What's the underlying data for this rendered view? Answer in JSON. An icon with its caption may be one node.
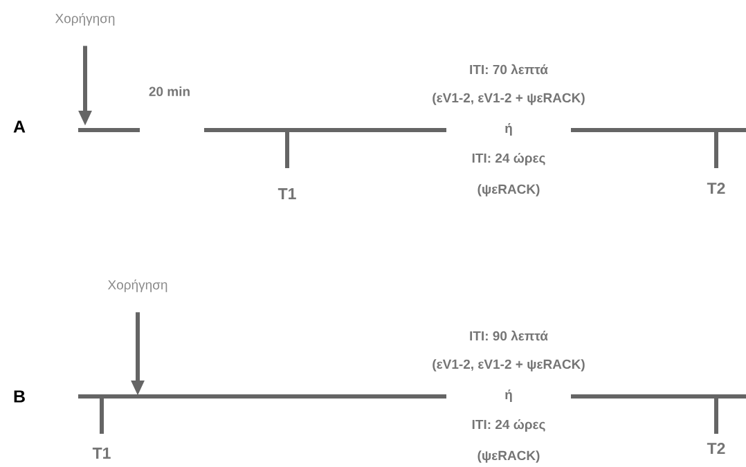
{
  "diagram": {
    "nodes": [
      {
        "text": [
          "Χορήγηση"
        ]
      },
      {
        "text": [
          "Χορήγηση"
        ]
      }
    ],
    "edges": [
      {
        "from": 0,
        "to": null,
        "arrow": "to"
      },
      {
        "from": 1,
        "to": null,
        "arrow": "to"
      }
    ],
    "labels": [
      "20 min",
      "ITI: 70 λεπτά",
      "(εV1-2, εV1-2 + ψεRACK)",
      "A",
      "ή",
      "ITI: 24 ώρες",
      "T1",
      "(ψεRACK)",
      "T2",
      "ITI: 90 λεπτά",
      "(εV1-2, εV1-2 + ψεRACK)",
      "B",
      "ή",
      "ITI: 24 ώρες",
      "T1",
      "(ψεRACK)",
      "T2"
    ]
  }
}
